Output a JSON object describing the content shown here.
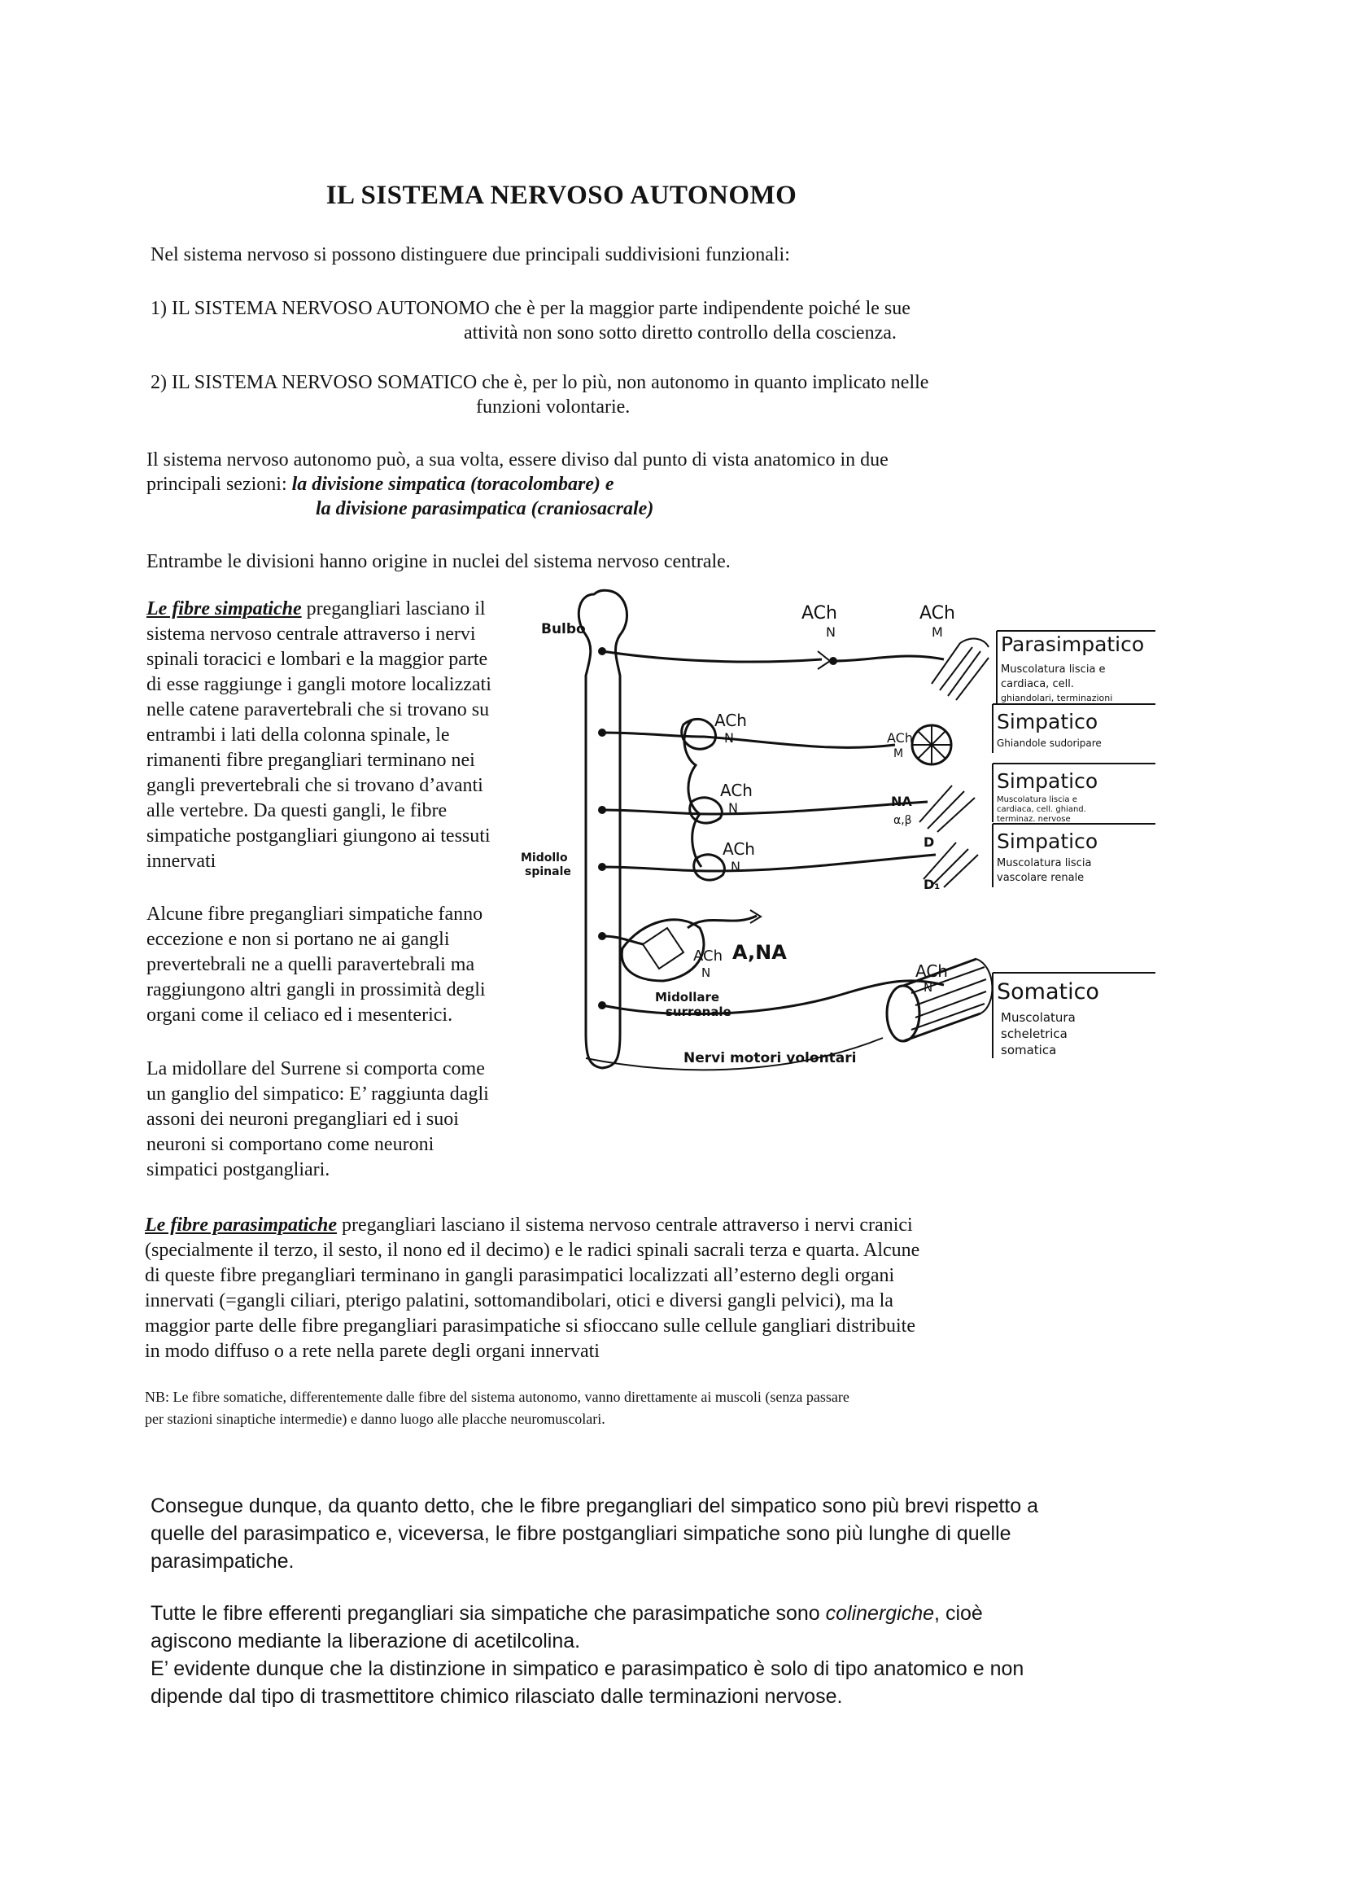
{
  "title": "IL SISTEMA NERVOSO AUTONOMO",
  "intro": "Nel sistema nervoso si possono distinguere due principali suddivisioni funzionali:",
  "item1": {
    "num": "1)",
    "name": "IL SISTEMA NERVOSO AUTONOMO",
    "text1": "che è per la maggior parte indipendente poiché le sue",
    "text2": "attività non sono sotto diretto controllo della coscienza."
  },
  "item2": {
    "num": "2)",
    "name": "IL SISTEMA NERVOSO SOMATICO",
    "text1": "che è, per lo più, non autonomo in quanto implicato nelle",
    "text2": "funzioni volontarie."
  },
  "division": {
    "line1": "Il sistema nervoso autonomo può, a sua volta, essere diviso dal punto di vista anatomico in due",
    "line2_prefix": "principali sezioni:",
    "line2_bold": "la divisione simpatica (toracolombare) e",
    "line3_bold": "la divisione parasimpatica (craniosacrale)"
  },
  "origin": "Entrambe le divisioni hanno origine in nuclei del sistema nervoso centrale.",
  "simpatiche": {
    "heading": "Le fibre simpatiche",
    "line1": "pregangliari lasciano il",
    "lines": [
      "sistema nervoso centrale attraverso i nervi",
      "spinali toracici e lombari e la maggior parte",
      "di esse raggiunge i gangli motore localizzati",
      "nelle catene paravertebrali che si trovano su",
      "entrambi i lati della colonna spinale, le",
      "rimanenti fibre pregangliari terminano nei",
      "gangli prevertebrali che si trovano d’avanti",
      "alle vertebre. Da questi gangli, le fibre",
      "simpatiche postgangliari giungono ai tessuti",
      "innervati"
    ]
  },
  "eccezione": [
    "Alcune fibre pregangliari simpatiche fanno",
    "eccezione e non si portano ne ai gangli",
    "prevertebrali ne a quelli paravertebrali ma",
    "raggiungono altri gangli in prossimità degli",
    "organi come il celiaco ed i mesenterici."
  ],
  "surrene": [
    "La midollare del Surrene si comporta come",
    "un ganglio del simpatico: E’ raggiunta dagli",
    "assoni dei neuroni pregangliari ed i suoi",
    "neuroni si comportano come neuroni",
    "simpatici postgangliari."
  ],
  "parasimpatiche": {
    "heading": "Le fibre parasimpatiche",
    "line1": "pregangliari lasciano il sistema nervoso centrale attraverso i nervi cranici",
    "lines": [
      "(specialmente il terzo, il sesto, il nono ed il decimo) e le radici spinali sacrali terza e quarta. Alcune",
      "di queste fibre pregangliari terminano in gangli parasimpatici localizzati all’esterno degli organi",
      "innervati (=gangli ciliari, pterigo palatini, sottomandibolari, otici e diversi gangli pelvici), ma la",
      "maggior parte delle fibre pregangliari parasimpatiche si sfioccano sulle cellule gangliari distribuite",
      "in modo diffuso o a rete nella parete degli organi innervati"
    ]
  },
  "nb": {
    "line1": "NB: Le fibre somatiche, differentemente dalle fibre del sistema autonomo, vanno direttamente ai muscoli (senza passare",
    "line2": "per stazioni sinaptiche intermedie) e danno luogo alle placche neuromuscolari."
  },
  "conclusion1": [
    "Consegue dunque, da quanto detto, che le fibre pregangliari del simpatico sono più brevi rispetto a",
    "quelle del parasimpatico e, viceversa, le fibre postgangliari simpatiche sono più lunghe di quelle",
    "parasimpatiche."
  ],
  "conclusion2": {
    "line1_prefix": "Tutte le fibre efferenti pregangliari sia simpatiche che parasimpatiche sono",
    "line1_italic": "colinergiche",
    "line1_suffix": ", cioè",
    "line2": "agiscono mediante la liberazione di acetilcolina.",
    "line3": "E’ evidente dunque che la distinzione in simpatico e parasimpatico è solo di tipo anatomico e non",
    "line4": "dipende dal tipo di trasmettitore chimico rilasciato dalle terminazioni nervose."
  },
  "diagram": {
    "bulbo": "Bulbo",
    "midollo1": "Midollo",
    "midollo2": "spinale",
    "ach": "ACh",
    "n": "N",
    "m": "M",
    "na": "NA",
    "ab": "α,β",
    "d": "D",
    "d1": "D₁",
    "a_na": "A,NA",
    "midollare1": "Midollare",
    "midollare2": "surrenale",
    "nervi_motori": "Nervi motori volontari",
    "boxes": [
      {
        "title": "Parasimpatico",
        "sub1": "Muscolatura liscia e",
        "sub2": "cardiaca, cell.",
        "sub3": "ghiandolari, terminazioni"
      },
      {
        "title": "Simpatico",
        "sub1": "Ghiandole sudoripare"
      },
      {
        "title": "Simpatico",
        "sub1": "Muscolatura liscia e",
        "sub2": "cardiaca, cell. ghiand.",
        "sub3": "terminaz. nervose"
      },
      {
        "title": "Simpatico",
        "sub1": "Muscolatura liscia",
        "sub2": "vascolare renale"
      },
      {
        "title": "Somatico",
        "sub1": "Muscolatura",
        "sub2": "scheletrica",
        "sub3": "somatica"
      }
    ]
  }
}
